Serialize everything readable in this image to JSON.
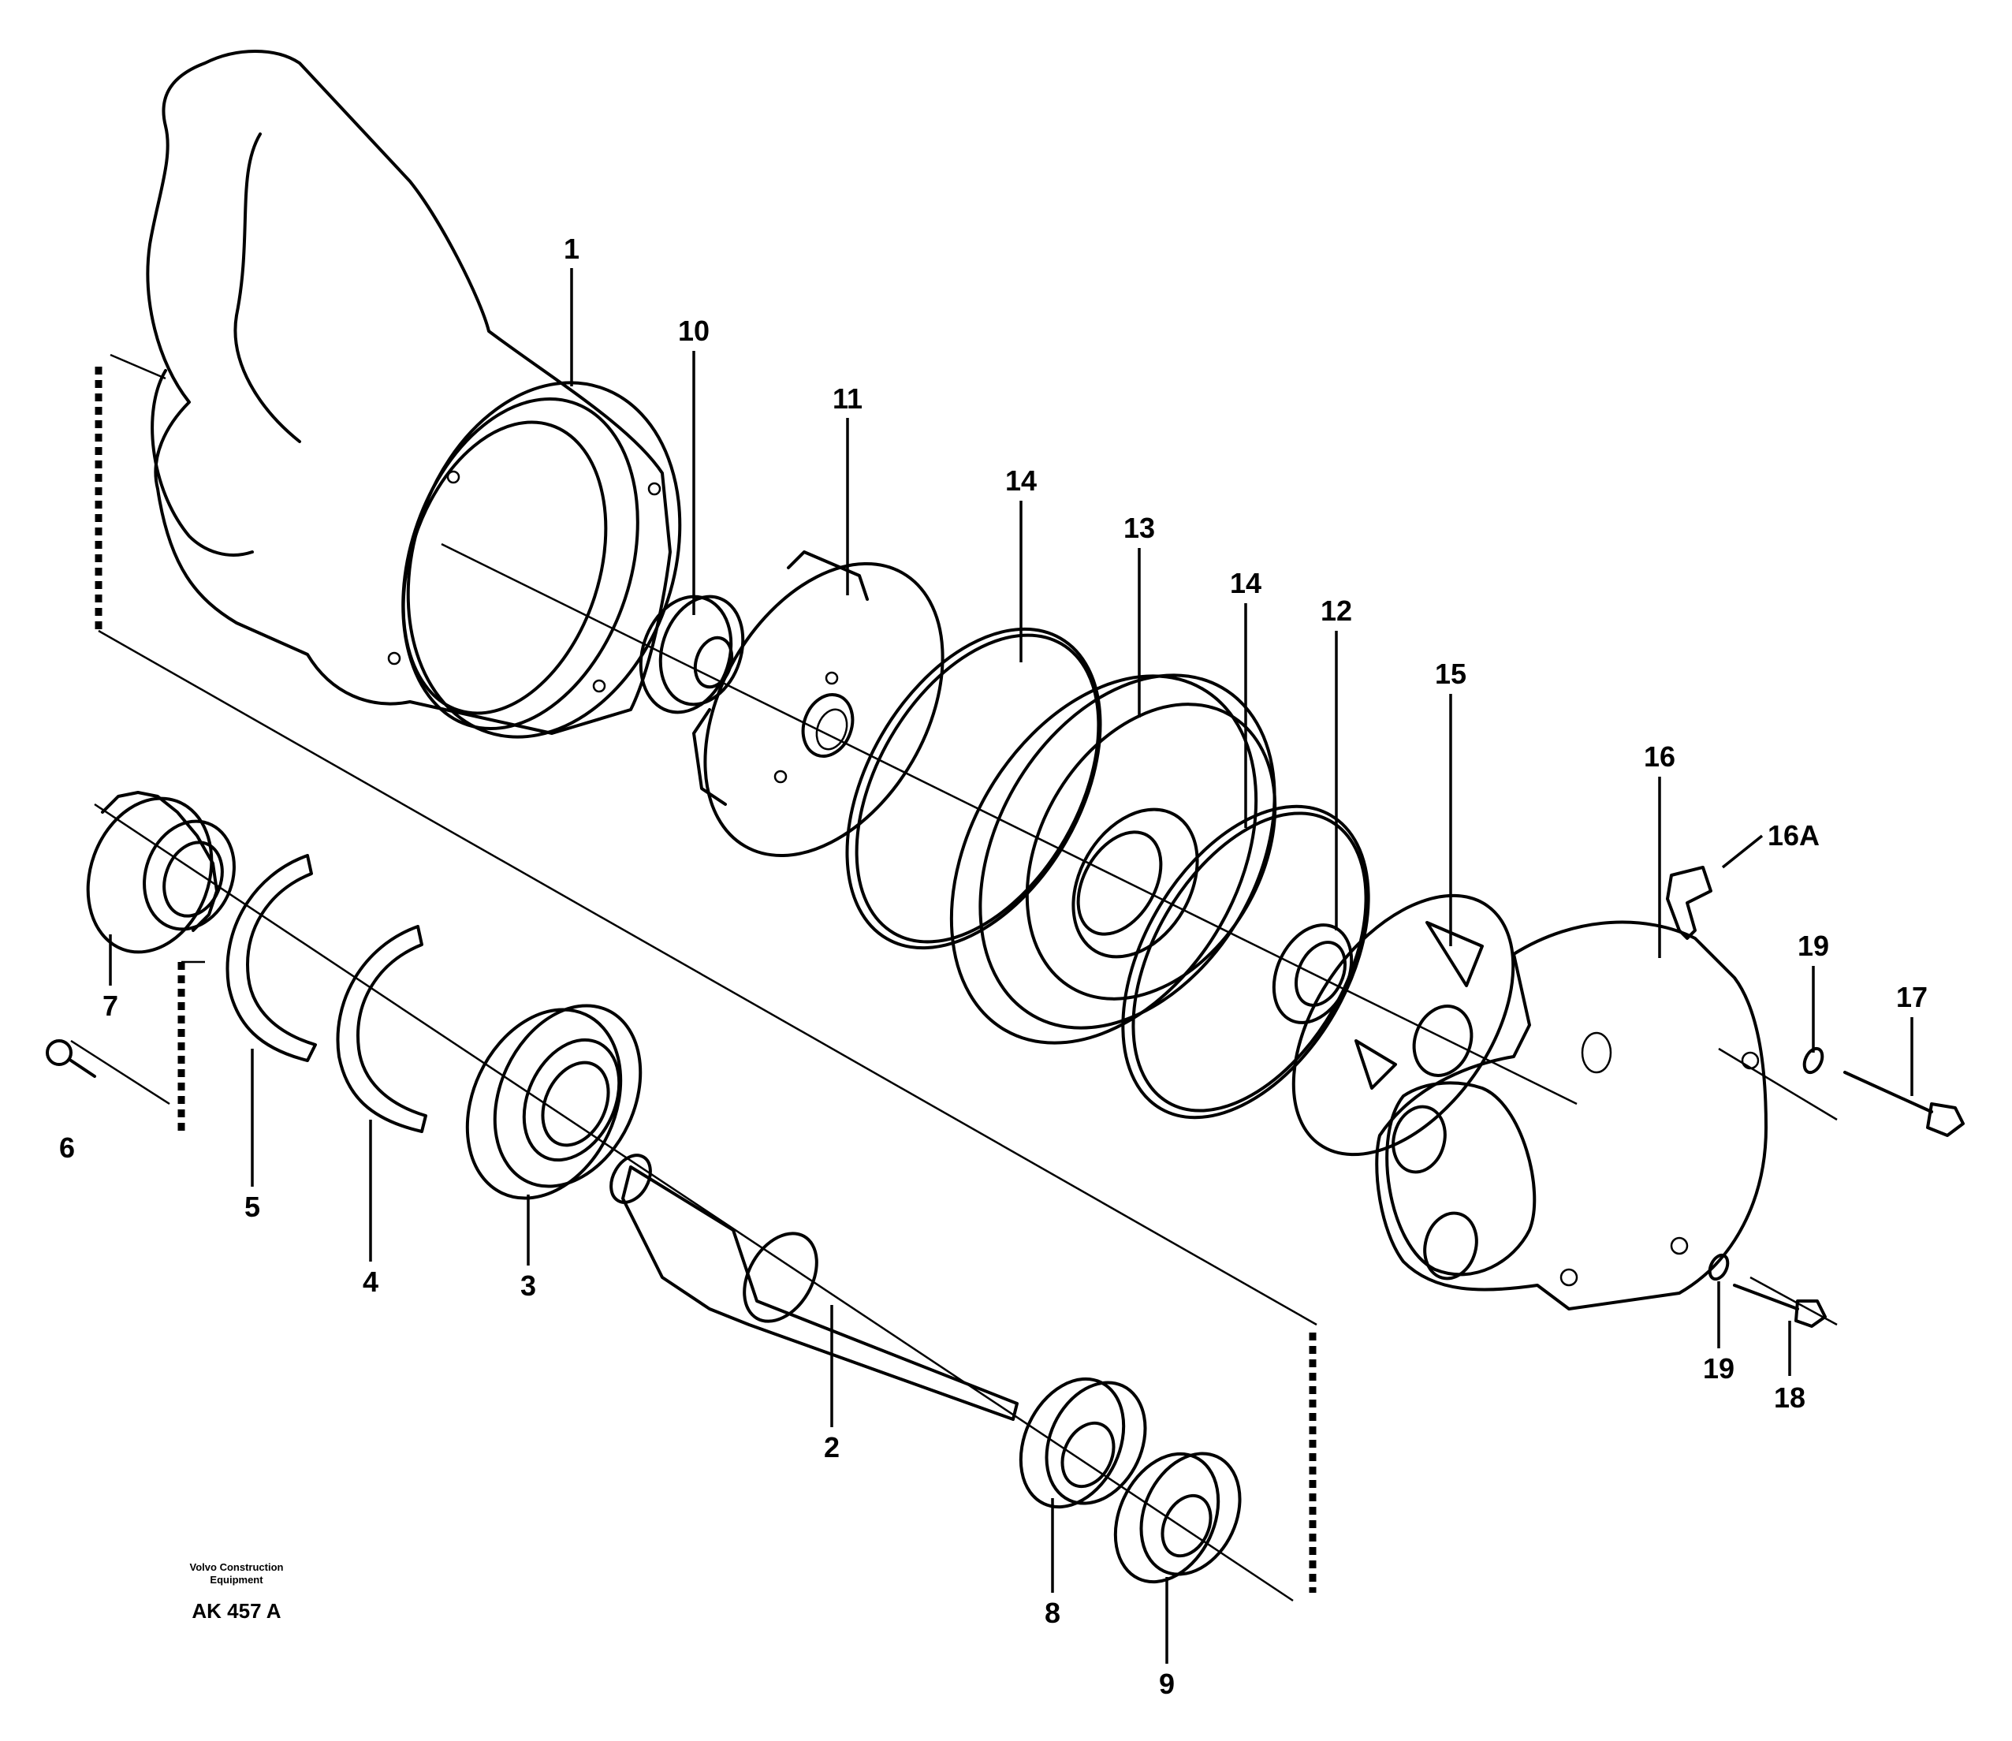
{
  "diagram": {
    "labels": {
      "p1": "1",
      "p2": "2",
      "p3": "3",
      "p4": "4",
      "p5": "5",
      "p6": "6",
      "p7": "7",
      "p8": "8",
      "p9": "9",
      "p10": "10",
      "p11": "11",
      "p12": "12",
      "p13": "13",
      "p14a": "14",
      "p14b": "14",
      "p15": "15",
      "p16": "16",
      "p16a": "16A",
      "p17": "17",
      "p18": "18",
      "p19a": "19",
      "p19b": "19"
    },
    "credit": {
      "line1": "Volvo Construction",
      "line2": "Equipment",
      "code": "AK 457 A"
    }
  }
}
